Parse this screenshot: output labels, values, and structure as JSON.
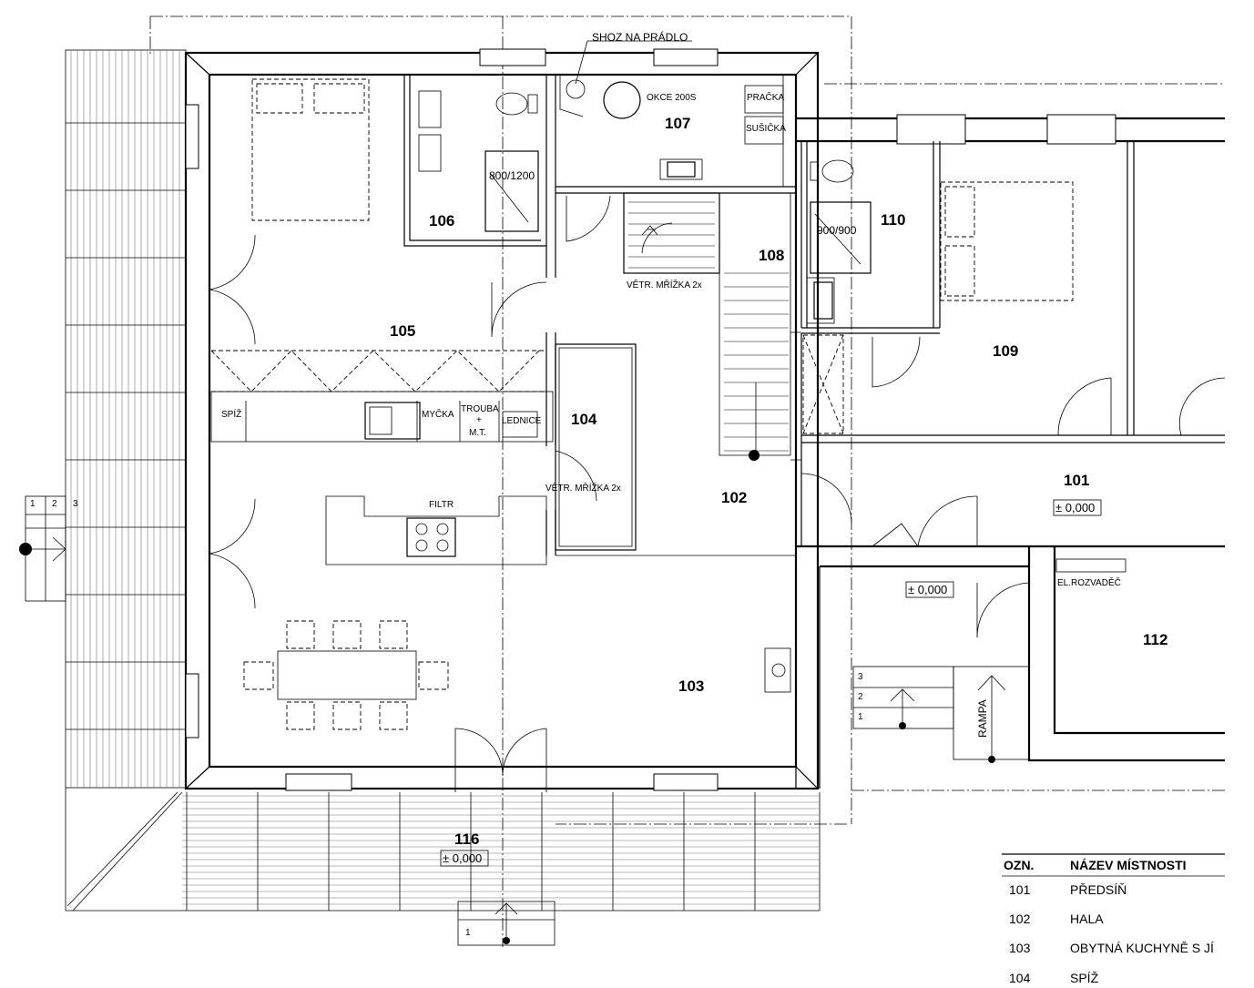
{
  "rooms": {
    "r101": "101",
    "r102": "102",
    "r103": "103",
    "r104": "104",
    "r105": "105",
    "r106": "106",
    "r107": "107",
    "r108": "108",
    "r109": "109",
    "r110": "110",
    "r112": "112",
    "r116": "116"
  },
  "labels": {
    "laundry_chute": "SHOZ NA PRÁDLO",
    "boiler": "OKCE 200S",
    "washer": "PRAČKA",
    "dryer": "SUŠIČKA",
    "shower_106": "800/1200",
    "shower_110": "900/900",
    "vent_108": "VĚTR. MŘÍŽKA 2x",
    "vent_104": "VĚTR. MŘÍŽKA 2x",
    "pantry": "SPÍŽ",
    "dishwasher": "MYČKA",
    "oven": "TROUBA",
    "oven_plus": "+",
    "oven_mt": "M.T.",
    "fridge": "LEDNICE",
    "filter": "FILTR",
    "ramp": "RAMPA",
    "switchboard": "EL.ROZVADĚČ",
    "level_101": "± 0,000",
    "level_entry": "± 0,000",
    "level_116": "± 0,000"
  },
  "steps": {
    "west": [
      "1",
      "2",
      "3"
    ],
    "entry": [
      "3",
      "2",
      "1"
    ],
    "terrace": [
      "1"
    ]
  },
  "legend": {
    "header_code": "OZN.",
    "header_name": "NÁZEV MÍSTNOSTI",
    "rows": [
      {
        "code": "101",
        "name": "PŘEDSÍŇ"
      },
      {
        "code": "102",
        "name": "HALA"
      },
      {
        "code": "103",
        "name": "OBYTNÁ KUCHYNĚ S JÍ"
      },
      {
        "code": "104",
        "name": "SPÍŽ"
      }
    ]
  }
}
